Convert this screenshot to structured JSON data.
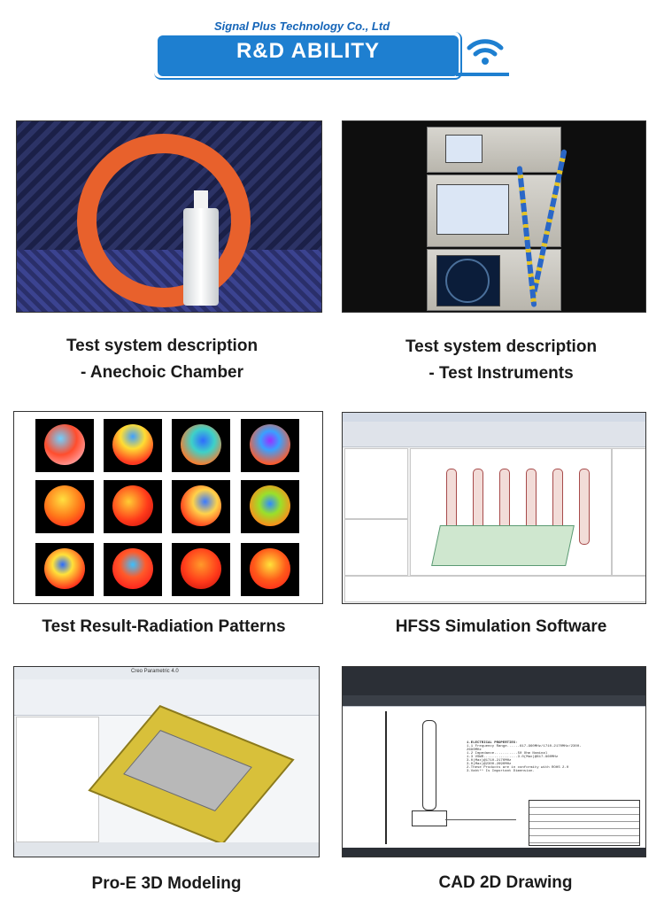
{
  "header": {
    "company": "Signal Plus Technology Co., Ltd",
    "banner": "R&D  ABILITY",
    "accent": "#1e7fd0"
  },
  "panels": [
    {
      "caption_line1": "Test system description",
      "caption_line2": "- Anechoic Chamber"
    },
    {
      "caption_line1": "Test system description",
      "caption_line2": "- Test Instruments"
    },
    {
      "caption_line1": "Test Result-Radiation Patterns",
      "caption_line2": ""
    },
    {
      "caption_line1": "HFSS Simulation Software",
      "caption_line2": ""
    },
    {
      "caption_line1": "Pro-E 3D Modeling",
      "caption_line2": ""
    },
    {
      "caption_line1": "CAD 2D Drawing",
      "caption_line2": ""
    }
  ],
  "cad_notes": {
    "title": "1.ELECTRICAL PROPERTIES:",
    "lines": [
      "1.1 Frequency Range......617-960MHz/1710-2170MHz/2300-2690MHz",
      "1.2 Impedance...........50 Ohm Nominal",
      "1.3 VSWR................3.0(Max)@617-960MHz",
      "                        3.0(Max)@1710-2170MHz",
      "                        3.0(Max)@2300-2690MHz",
      "2.These Products are in conformity with ROHS 2.0",
      "3.Vaht** Is Important Dimension."
    ]
  },
  "proe_title": "Creo Parametric 4.0"
}
